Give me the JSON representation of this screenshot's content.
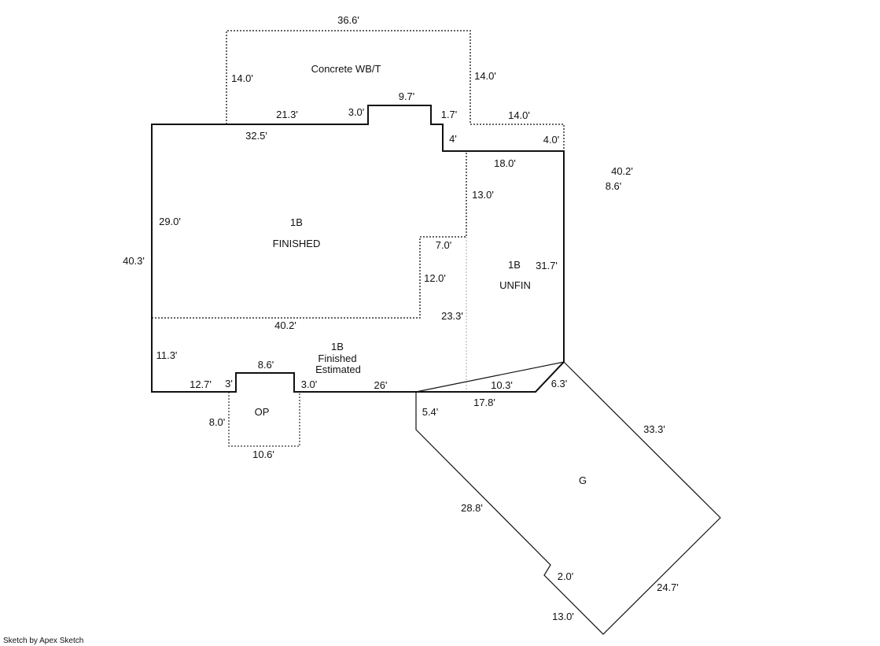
{
  "areas": {
    "concrete": "Concrete WB/T",
    "finished_code": "1B",
    "finished": "FINISHED",
    "unfin_code": "1B",
    "unfin": "UNFIN",
    "est_code": "1B",
    "est_line1": "Finished",
    "est_line2": "Estimated",
    "op": "OP",
    "garage": "G"
  },
  "dimensions": {
    "d36_6": "36.6'",
    "d14_0a": "14.0'",
    "d14_0b": "14.0'",
    "d21_3": "21.3'",
    "d3_0a": "3.0'",
    "d9_7": "9.7'",
    "d1_7": "1.7'",
    "d14_0c": "14.0'",
    "d32_5": "32.5'",
    "d4": "4'",
    "d4_0": "4.0'",
    "d18_0": "18.0'",
    "d40_2a": "40.2'",
    "d8_6a": "8.6'",
    "d13_0a": "13.0'",
    "d29_0": "29.0'",
    "d40_3": "40.3'",
    "d7_0": "7.0'",
    "d31_7": "31.7'",
    "d12_0": "12.0'",
    "d23_3": "23.3'",
    "d40_2b": "40.2'",
    "d11_3": "11.3'",
    "d8_6b": "8.6'",
    "d12_7": "12.7'",
    "d3": "3'",
    "d3_0b": "3.0'",
    "d26": "26'",
    "d10_3": "10.3'",
    "d6_3": "6.3'",
    "d5_4": "5.4'",
    "d17_8": "17.8'",
    "d8_0": "8.0'",
    "d10_6": "10.6'",
    "d33_3": "33.3'",
    "d28_8": "28.8'",
    "d2_0": "2.0'",
    "d24_7": "24.7'",
    "d13_0b": "13.0'"
  },
  "credit": "Sketch by Apex Sketch"
}
